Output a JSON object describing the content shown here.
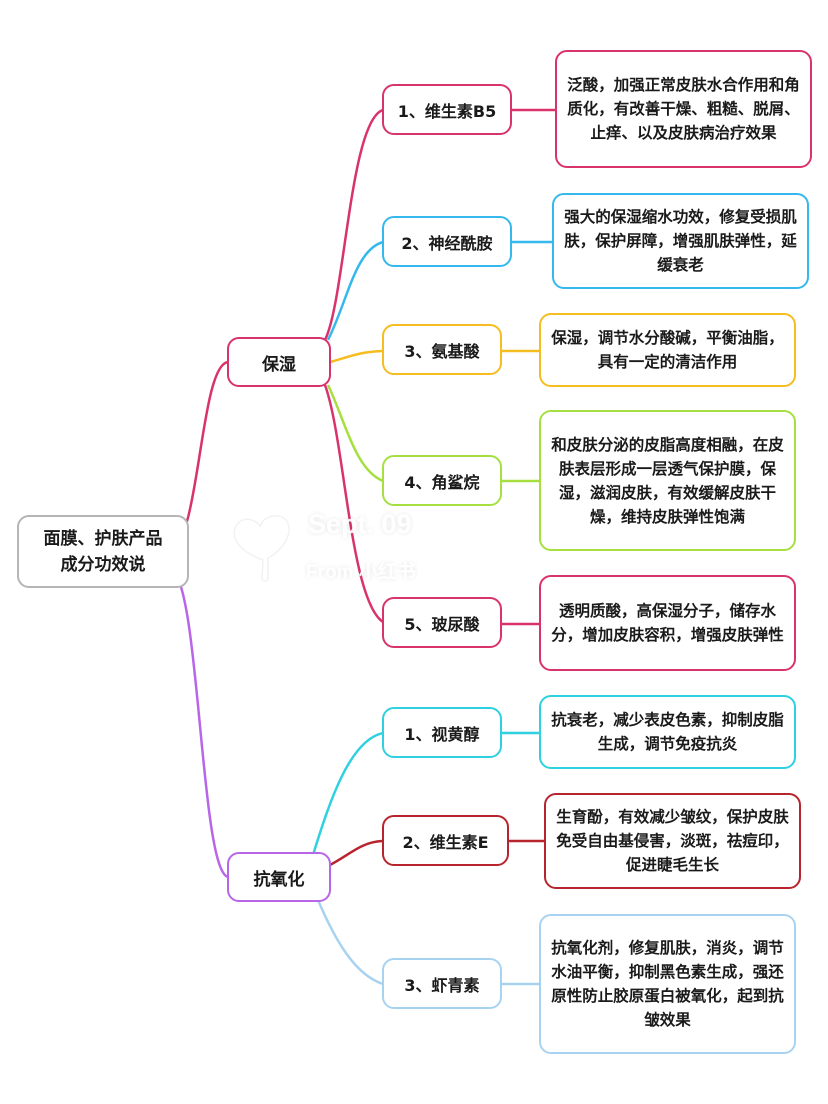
{
  "root": {
    "label": "面膜、护肤产品成分功效说",
    "line1": "面膜、护肤产品",
    "line2": "成分功效说"
  },
  "colors": {
    "root_border": "#b5b5b5",
    "category_moisturize": "#d9336e",
    "category_antioxidant": "#b866e8",
    "pink": "#d9336e",
    "blue": "#35b8ee",
    "yellow": "#f5bd1f",
    "green": "#a6e040",
    "cyan": "#2fd0e0",
    "darkred": "#b8242e",
    "lightblue": "#a8d3f0"
  },
  "categories": [
    {
      "label": "保湿",
      "items": [
        {
          "label": "1、维生素B5",
          "description": "泛酸，加强正常皮肤水合作用和角质化，有改善干燥、粗糙、脱屑、止痒、以及皮肤病治疗效果"
        },
        {
          "label": "2、神经酰胺",
          "description": "强大的保湿缩水功效，修复受损肌肤，保护屏障，增强肌肤弹性，延缓衰老"
        },
        {
          "label": "3、氨基酸",
          "description": "保湿，调节水分酸碱，平衡油脂，具有一定的清洁作用"
        },
        {
          "label": "4、角鲨烷",
          "description": "和皮肤分泌的皮脂高度相融，在皮肤表层形成一层透气保护膜，保湿，滋润皮肤，有效缓解皮肤干燥，维持皮肤弹性饱满"
        },
        {
          "label": "5、玻尿酸",
          "description": "透明质酸，高保湿分子，储存水分，增加皮肤容积，增强皮肤弹性"
        }
      ]
    },
    {
      "label": "抗氧化",
      "items": [
        {
          "label": "1、视黄醇",
          "description": "抗衰老，减少表皮色素，抑制皮脂生成，调节免疫抗炎"
        },
        {
          "label": "2、维生素E",
          "description": "生育酚，有效减少皱纹，保护皮肤免受自由基侵害，淡斑，祛痘印，促进睫毛生长"
        },
        {
          "label": "3、虾青素",
          "description": "抗氧化剂，修复肌肤，消炎，调节水油平衡，抑制黑色素生成，强还原性防止胶原蛋白被氧化，起到抗皱效果"
        }
      ]
    }
  ],
  "watermark": {
    "date": "Sept. 09",
    "source": "From 小红书",
    "logo": "heart-sprout-icon"
  }
}
